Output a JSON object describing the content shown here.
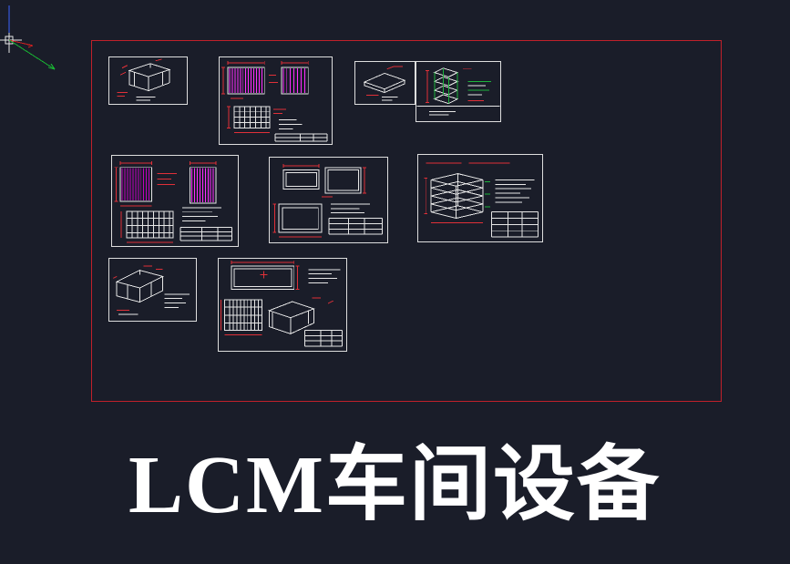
{
  "canvas": {
    "type": "cad-model-space",
    "background_color": "#1a1d29"
  },
  "frame": {
    "border_color": "#c0202a"
  },
  "title": {
    "text": "LCM车间设备",
    "color": "#ffffff"
  },
  "palette": {
    "entity_white": "#e6e6e6",
    "dimension_red": "#e03038",
    "hatch_magenta": "#ff2cff",
    "hatch_magenta_dark": "#c000c0",
    "detail_green": "#1cb43c",
    "ucs_x_red": "#d02020",
    "ucs_y_green": "#18b432",
    "ucs_z_blue": "#3c64ff"
  },
  "panels": [
    {
      "name": "iso-stand"
    },
    {
      "name": "hatched-plates-with-detail"
    },
    {
      "name": "iso-plate"
    },
    {
      "name": "iso-rack-green"
    },
    {
      "name": "hatched-panels-large"
    },
    {
      "name": "rect-panel-details"
    },
    {
      "name": "iso-shelf-rack"
    },
    {
      "name": "iso-bench"
    },
    {
      "name": "box-and-hatch-details"
    }
  ]
}
